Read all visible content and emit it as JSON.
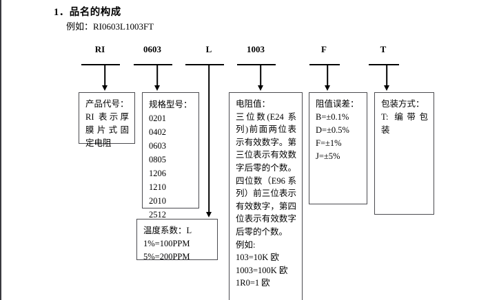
{
  "document": {
    "heading": "1．品名的构成",
    "example_label": "例如：RI0603L1003FT"
  },
  "code_segments": [
    {
      "code": "RI",
      "name": "product-code"
    },
    {
      "code": "0603",
      "name": "size-code"
    },
    {
      "code": "L",
      "name": "temperature-coefficient-code"
    },
    {
      "code": "1003",
      "name": "resistance-value-code"
    },
    {
      "code": "F",
      "name": "tolerance-code"
    },
    {
      "code": "T",
      "name": "packaging-code"
    }
  ],
  "boxes": {
    "product_code": {
      "title": "产品代号：",
      "lines": [
        "RI 表示厚",
        "膜片式固",
        "定电阻"
      ]
    },
    "size_model": {
      "title": "规格型号：",
      "sizes": [
        "0201",
        "0402",
        "0603",
        "0805",
        "1206",
        "1210",
        "2010",
        "2512"
      ]
    },
    "temperature_coefficient": {
      "title": "温度系数：L",
      "lines": [
        "1%=100PPM",
        "5%=200PPM"
      ]
    },
    "resistance_value": {
      "title": "电阻值：",
      "lines": [
        "三位数(E24 系",
        "列)前面两位表",
        "示有效数字。第",
        "三位表示有效数",
        "字后零的个数。",
        "四位数（E96 系",
        "列）前三位表示",
        "有效数字，第四",
        "位表示有效数字",
        "后零的个数。"
      ],
      "example_label": "例如:",
      "examples": [
        "103=10K 欧",
        "1003=100K 欧",
        "1R0=1 欧"
      ]
    },
    "tolerance": {
      "title": "阻值误差：",
      "items": [
        "B=±0.1%",
        "D=±0.5%",
        "F=±1%",
        "J=±5%"
      ]
    },
    "packaging": {
      "title": "包装方式：",
      "lines": [
        "T: 编带包",
        "装"
      ]
    }
  },
  "colors": {
    "text": "#000000",
    "box_border": "#4a4a4f",
    "page_edge": "#3a3a40",
    "background": "#ffffff"
  }
}
